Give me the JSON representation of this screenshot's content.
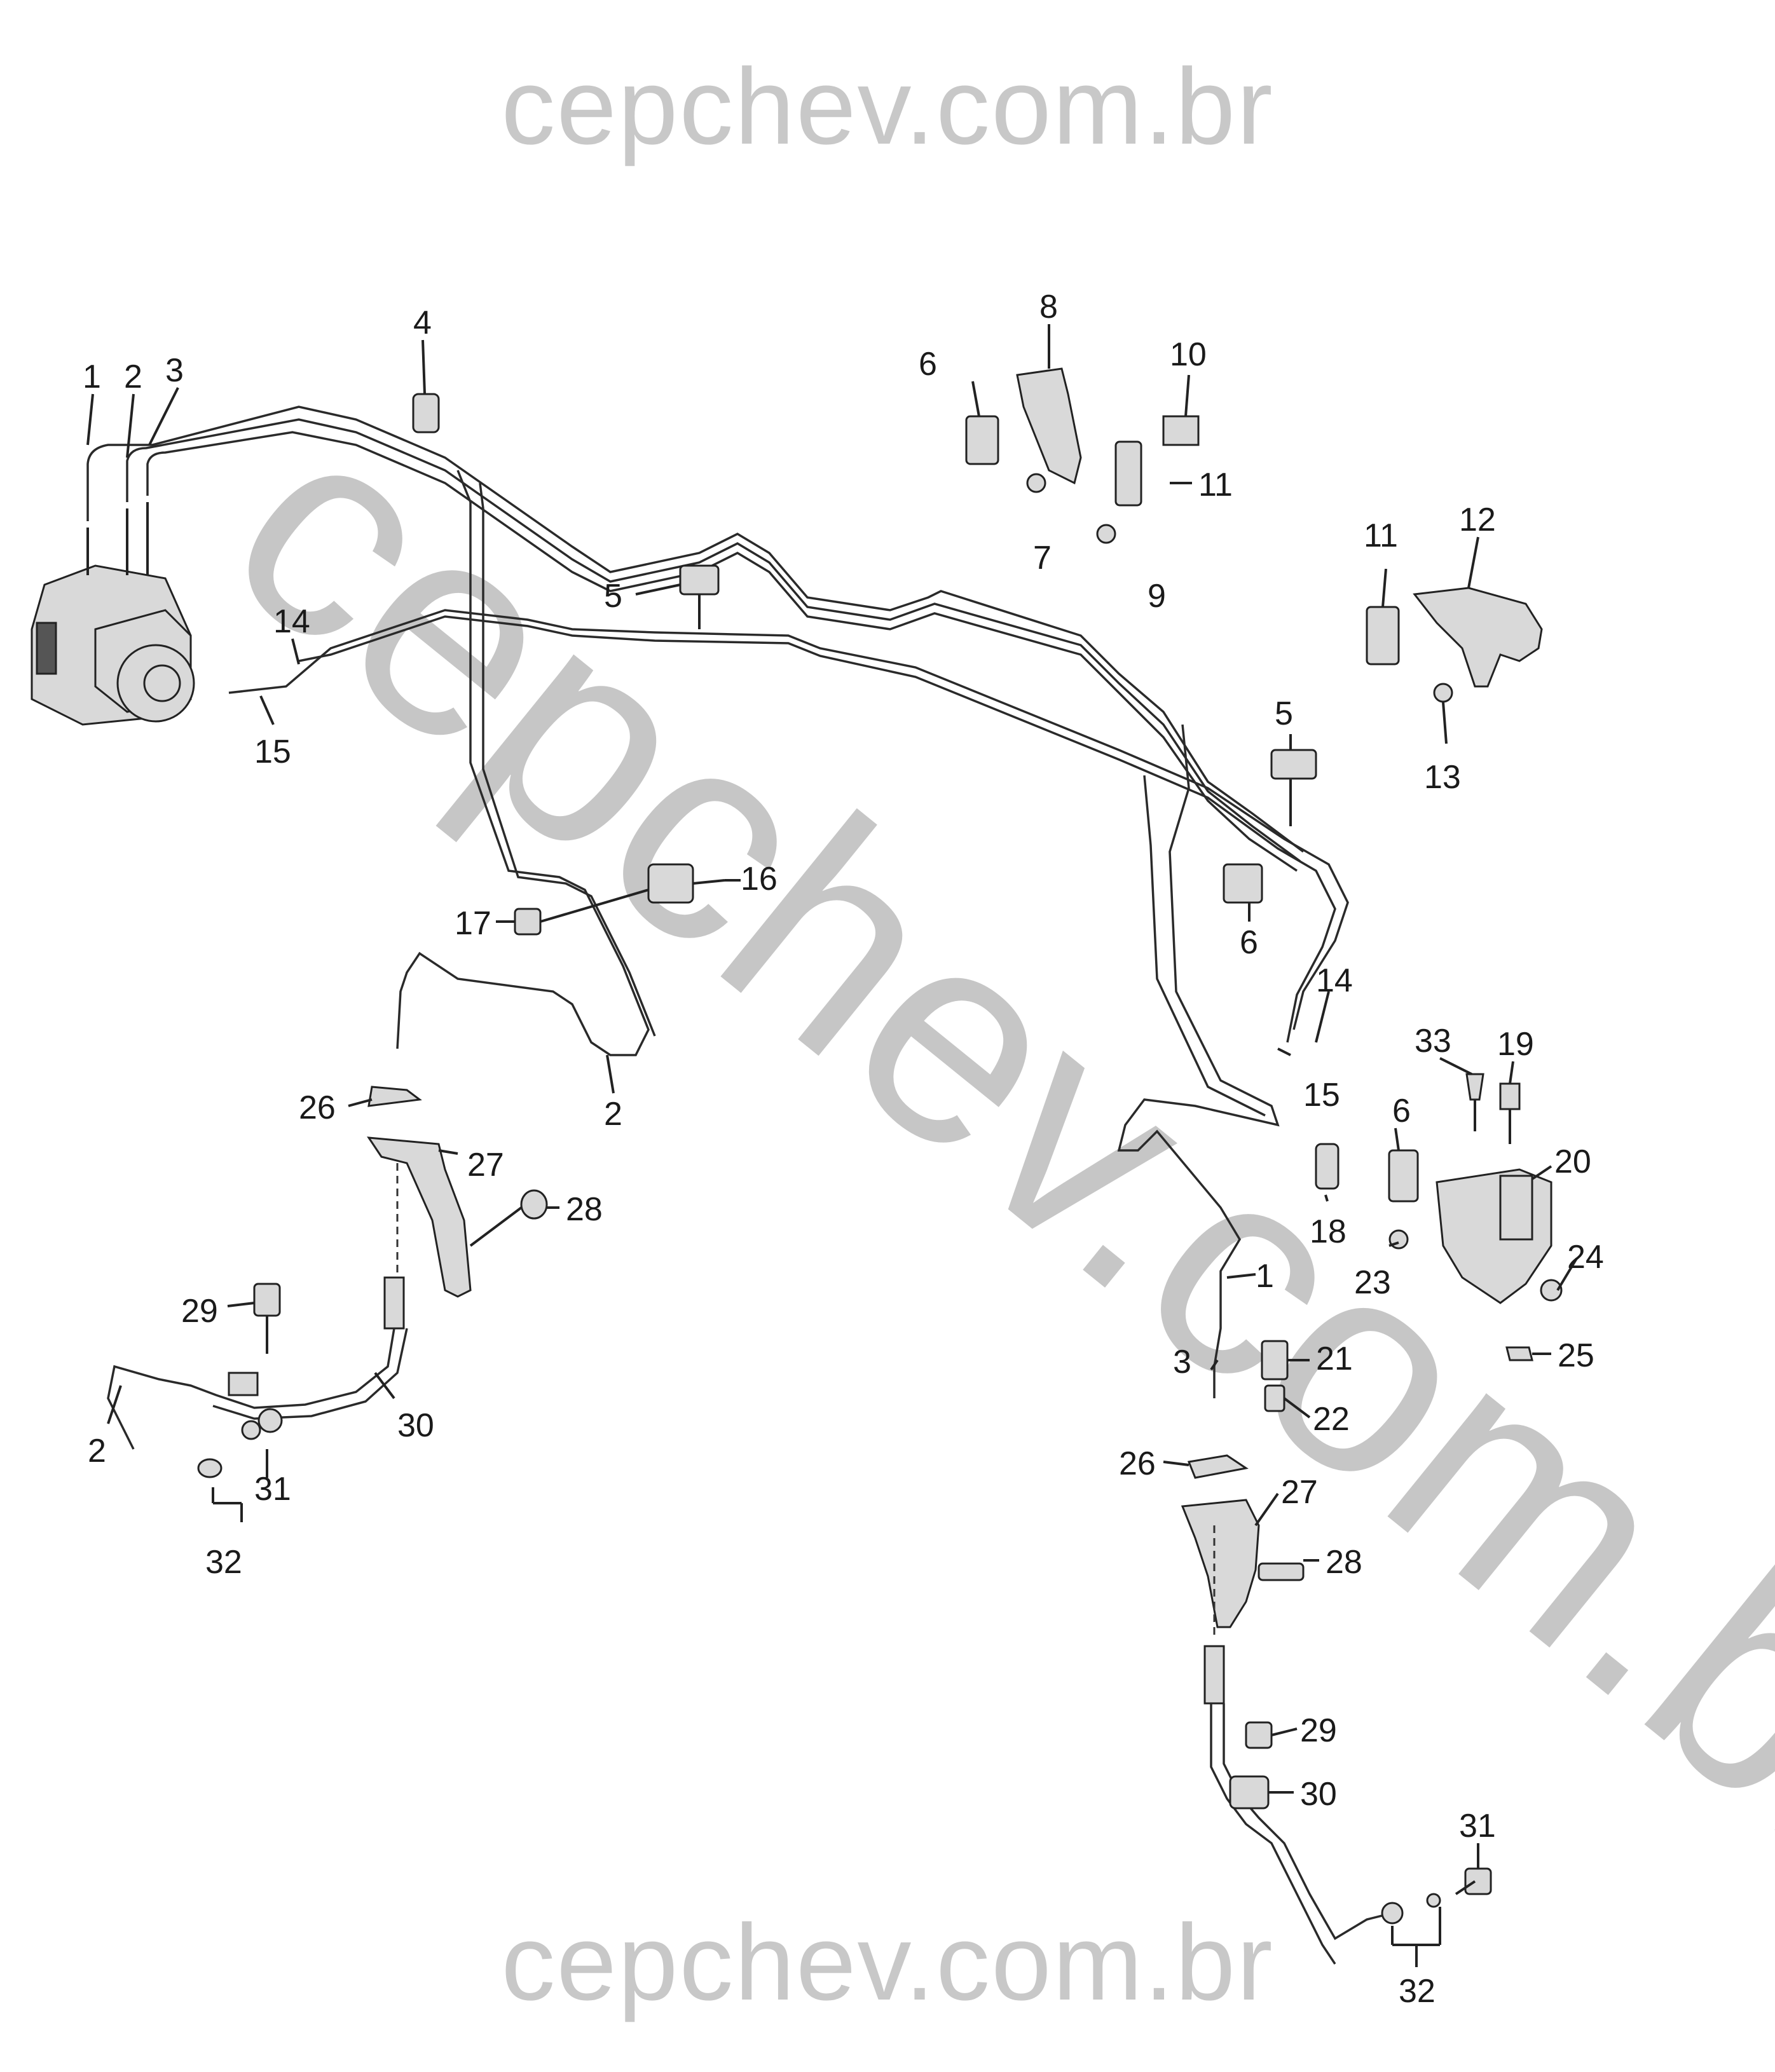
{
  "watermarks": {
    "top": "cepchev.com.br",
    "bottom": "cepchev.com.br",
    "diagonal": "cepchev.com.br"
  },
  "callouts": [
    {
      "id": "c1a",
      "text": "1"
    },
    {
      "id": "c2a",
      "text": "2"
    },
    {
      "id": "c3a",
      "text": "3"
    },
    {
      "id": "c4",
      "text": "4"
    },
    {
      "id": "c5a",
      "text": "5"
    },
    {
      "id": "c5b",
      "text": "5"
    },
    {
      "id": "c6a",
      "text": "6"
    },
    {
      "id": "c6b",
      "text": "6"
    },
    {
      "id": "c6c",
      "text": "6"
    },
    {
      "id": "c7",
      "text": "7"
    },
    {
      "id": "c8",
      "text": "8"
    },
    {
      "id": "c9",
      "text": "9"
    },
    {
      "id": "c10",
      "text": "10"
    },
    {
      "id": "c11a",
      "text": "11"
    },
    {
      "id": "c11b",
      "text": "11"
    },
    {
      "id": "c12",
      "text": "12"
    },
    {
      "id": "c13",
      "text": "13"
    },
    {
      "id": "c14a",
      "text": "14"
    },
    {
      "id": "c14b",
      "text": "14"
    },
    {
      "id": "c15a",
      "text": "15"
    },
    {
      "id": "c15b",
      "text": "15"
    },
    {
      "id": "c16",
      "text": "16"
    },
    {
      "id": "c17",
      "text": "17"
    },
    {
      "id": "c2b",
      "text": "2"
    },
    {
      "id": "c26a",
      "text": "26"
    },
    {
      "id": "c27a",
      "text": "27"
    },
    {
      "id": "c28a",
      "text": "28"
    },
    {
      "id": "c29a",
      "text": "29"
    },
    {
      "id": "c30a",
      "text": "30"
    },
    {
      "id": "c2c",
      "text": "2"
    },
    {
      "id": "c31a",
      "text": "31"
    },
    {
      "id": "c32a",
      "text": "32"
    },
    {
      "id": "c33",
      "text": "33"
    },
    {
      "id": "c19",
      "text": "19"
    },
    {
      "id": "c20",
      "text": "20"
    },
    {
      "id": "c18",
      "text": "18"
    },
    {
      "id": "c23",
      "text": "23"
    },
    {
      "id": "c24",
      "text": "24"
    },
    {
      "id": "c25",
      "text": "25"
    },
    {
      "id": "c1b",
      "text": "1"
    },
    {
      "id": "c3b",
      "text": "3"
    },
    {
      "id": "c21",
      "text": "21"
    },
    {
      "id": "c22",
      "text": "22"
    },
    {
      "id": "c26b",
      "text": "26"
    },
    {
      "id": "c27b",
      "text": "27"
    },
    {
      "id": "c28b",
      "text": "28"
    },
    {
      "id": "c29b",
      "text": "29"
    },
    {
      "id": "c30b",
      "text": "30"
    },
    {
      "id": "c31b",
      "text": "31"
    },
    {
      "id": "c32b",
      "text": "32"
    }
  ]
}
